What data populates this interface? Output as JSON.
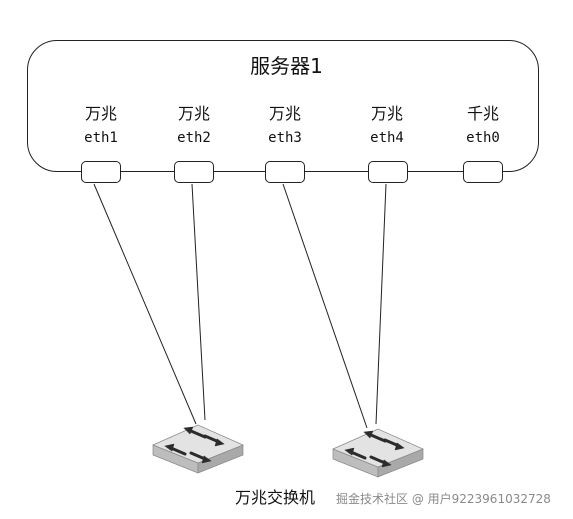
{
  "server": {
    "title": "服务器1"
  },
  "ports": [
    {
      "speed": "万兆",
      "name": "eth1"
    },
    {
      "speed": "万兆",
      "name": "eth2"
    },
    {
      "speed": "万兆",
      "name": "eth3"
    },
    {
      "speed": "万兆",
      "name": "eth4"
    },
    {
      "speed": "千兆",
      "name": "eth0"
    }
  ],
  "switch": {
    "label": "万兆交换机"
  },
  "watermark": {
    "text": "掘金技术社区 @ 用户9223961032728"
  },
  "colors": {
    "switch_top": "#e3e3e3",
    "switch_side": "#c4c4c4",
    "switch_arrow": "#2c2c2c",
    "line": "#222222"
  },
  "icons": {
    "switch": "network-switch-icon"
  }
}
